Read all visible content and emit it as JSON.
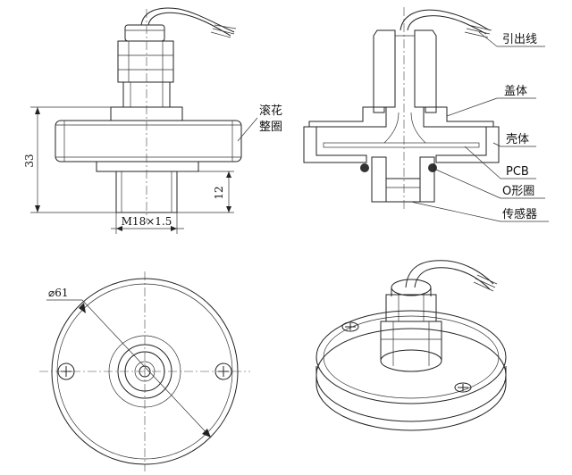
{
  "dimensions": {
    "height_total": "33",
    "height_thread": "12",
    "thread_spec": "M18×1.5",
    "diameter": "⌀61"
  },
  "labels": {
    "knurl": [
      "滚花",
      "整圈"
    ],
    "lead_wire": "引出线",
    "cover": "盖体",
    "shell": "壳体",
    "pcb": "PCB",
    "o_ring": "O形圈",
    "sensor": "传感器"
  },
  "colors": {
    "line": "#222222",
    "background": "#ffffff"
  }
}
